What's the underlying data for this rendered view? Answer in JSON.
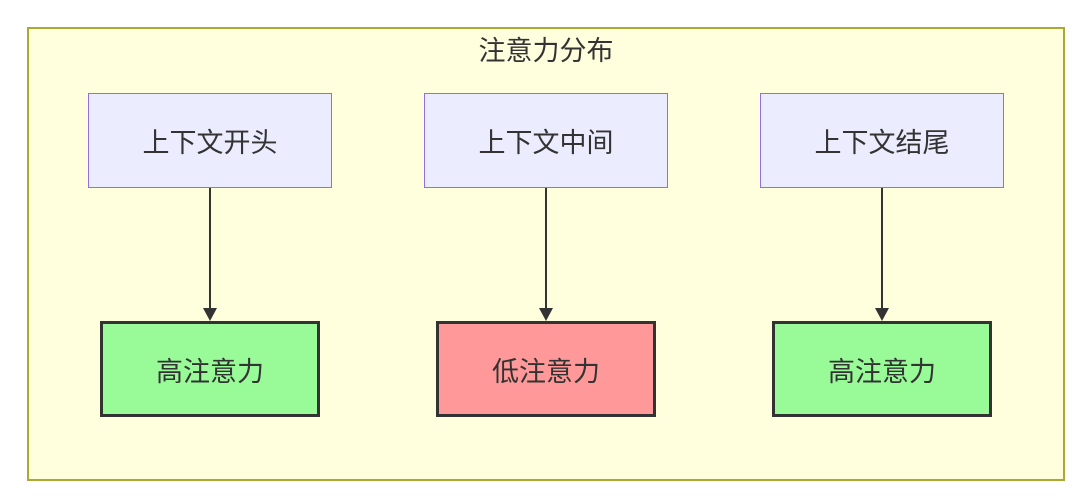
{
  "diagram": {
    "title": "注意力分布",
    "colors": {
      "canvas_background": "#ffffff",
      "group_fill": "#ffffde",
      "group_stroke": "#aaaa33",
      "context_node_fill": "#ececff",
      "context_node_stroke": "#9370db",
      "high_attention_fill": "#98fb98",
      "low_attention_fill": "#ff9999",
      "attention_node_stroke": "#333333",
      "arrow_color": "#333333",
      "text_color": "#333333"
    },
    "flows": [
      {
        "source": {
          "label": "上下文开头"
        },
        "target": {
          "label": "高注意力",
          "level": "high",
          "fill": "#98fb98"
        }
      },
      {
        "source": {
          "label": "上下文中间"
        },
        "target": {
          "label": "低注意力",
          "level": "low",
          "fill": "#ff9999"
        }
      },
      {
        "source": {
          "label": "上下文结尾"
        },
        "target": {
          "label": "高注意力",
          "level": "high",
          "fill": "#98fb98"
        }
      }
    ]
  }
}
